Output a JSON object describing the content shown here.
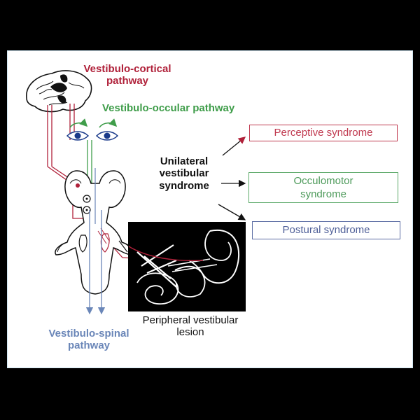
{
  "labels": {
    "cortical_line1": "Vestibulo-cortical",
    "cortical_line2": "pathway",
    "occular": "Vestibulo-occular pathway",
    "spinal_line1": "Vestibulo-spinal",
    "spinal_line2": "pathway",
    "syndrome_line1": "Unilateral",
    "syndrome_line2": "vestibular",
    "syndrome_line3": "syndrome",
    "lesion_line1": "Peripheral vestibular",
    "lesion_line2": "lesion"
  },
  "boxes": {
    "perceptive": "Perceptive syndrome",
    "occulomotor_line1": "Occulomotor",
    "occulomotor_line2": "syndrome",
    "postural": "Postural syndrome"
  },
  "colors": {
    "cortical": "#b0213a",
    "occular": "#3f9d4a",
    "spinal": "#6a86b8",
    "perceptive_box": "#c0394f",
    "occulomotor_box": "#5aa867",
    "postural_box": "#5b6ca3"
  },
  "icons": [
    "brain-icon",
    "eye-icon",
    "brainstem-icon",
    "inner-ear-icon"
  ]
}
